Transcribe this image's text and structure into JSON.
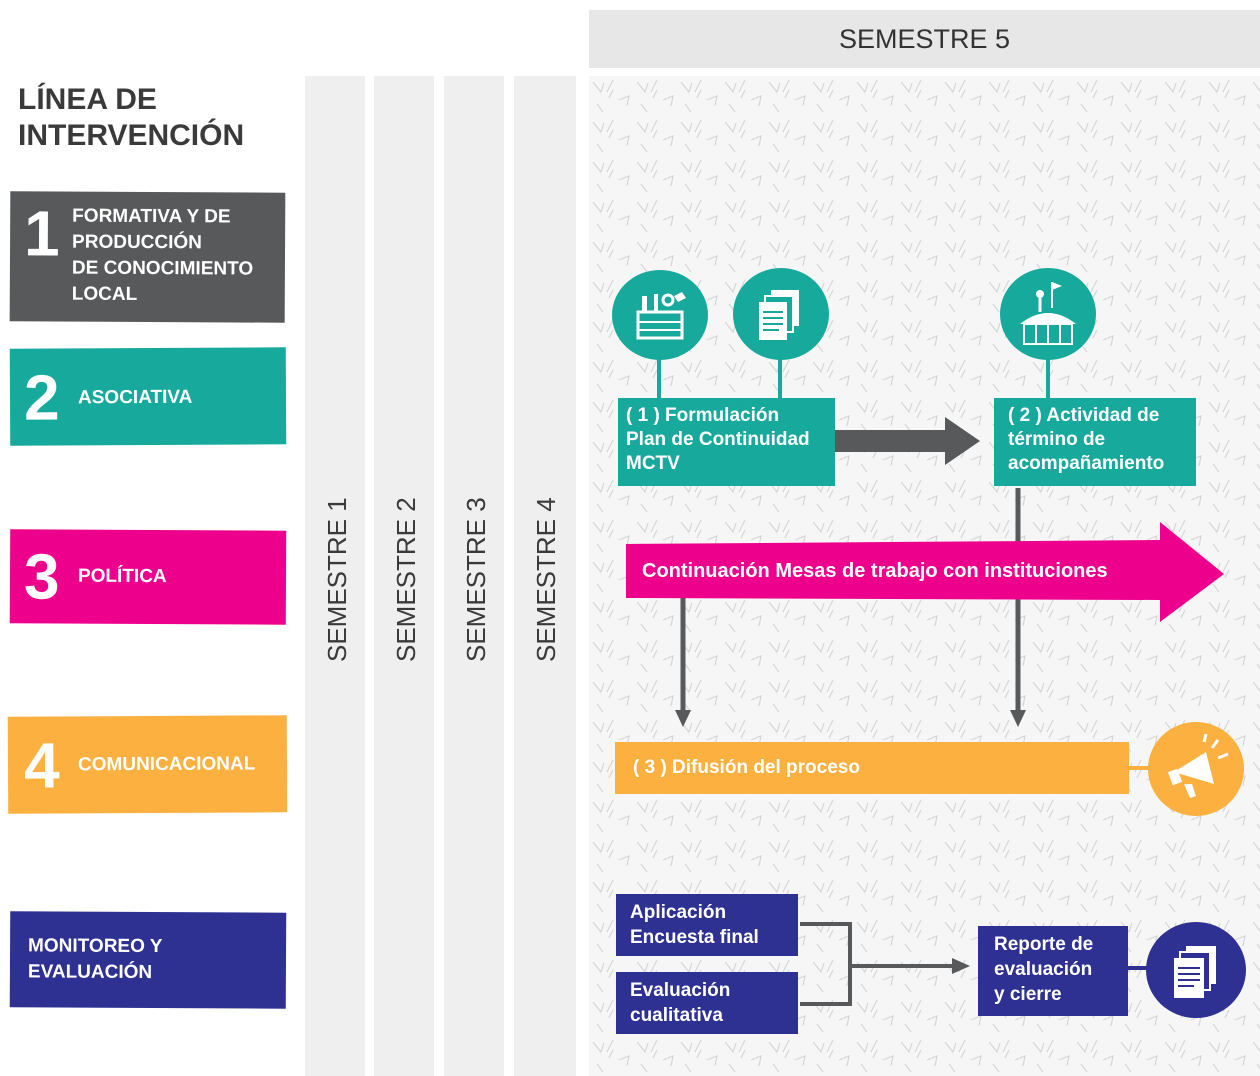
{
  "heading": [
    "LÍNEA DE",
    "INTERVENCIÓN"
  ],
  "lines": [
    {
      "number": "1",
      "label": [
        "FORMATIVA Y DE",
        "PRODUCCIÓN",
        "DE CONOCIMIENTO",
        "LOCAL"
      ],
      "color": "#58595b"
    },
    {
      "number": "2",
      "label": [
        "ASOCIATIVA"
      ],
      "color": "#17aa9c"
    },
    {
      "number": "3",
      "label": [
        "POLÍTICA"
      ],
      "color": "#ec008c"
    },
    {
      "number": "4",
      "label": [
        "COMUNICACIONAL"
      ],
      "color": "#fbb040"
    },
    {
      "number": "",
      "label": [
        "MONITOREO Y",
        "EVALUACIÓN"
      ],
      "color": "#2e3192"
    }
  ],
  "semesters": [
    "SEMESTRE 1",
    "SEMESTRE 2",
    "SEMESTRE 3",
    "SEMESTRE 4",
    "SEMESTRE 5"
  ],
  "activities": {
    "formulacion": [
      "( 1 ) Formulación",
      "Plan de Continuidad",
      "MCTV"
    ],
    "termino": [
      "( 2 ) Actividad de",
      "término de",
      "acompañamiento"
    ],
    "mesas": "Continuación Mesas de trabajo con instituciones",
    "difusion": "( 3 ) Difusión del proceso",
    "encuesta": [
      "Aplicación",
      "Encuesta final"
    ],
    "cualitativa": [
      "Evaluación",
      "cualitativa"
    ],
    "reporte": [
      "Reporte de",
      "evaluación",
      "y cierre"
    ]
  },
  "icons": [
    "toolbox-icon",
    "documents-icon",
    "tent-icon",
    "megaphone-icon",
    "report-icon"
  ]
}
